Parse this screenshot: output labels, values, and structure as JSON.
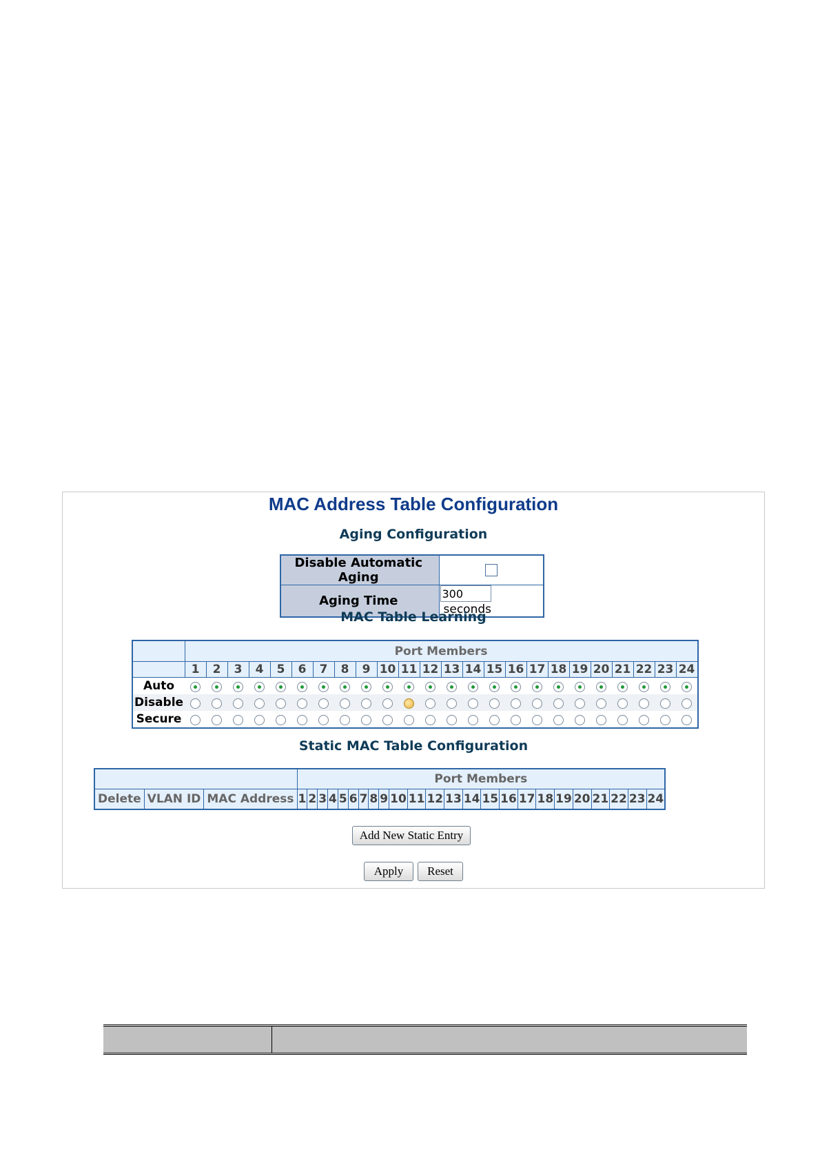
{
  "page": {
    "title": "MAC Address Table Configuration",
    "aging_section": "Aging Configuration",
    "learning_section": "MAC Table Learning",
    "static_section": "Static MAC Table Configuration"
  },
  "aging": {
    "disable_label": "Disable Automatic Aging",
    "disable_checked": false,
    "time_label": "Aging Time",
    "time_value": "300",
    "unit": "seconds"
  },
  "learning": {
    "port_members_label": "Port Members",
    "ports": [
      "1",
      "2",
      "3",
      "4",
      "5",
      "6",
      "7",
      "8",
      "9",
      "10",
      "11",
      "12",
      "13",
      "14",
      "15",
      "16",
      "17",
      "18",
      "19",
      "20",
      "21",
      "22",
      "23",
      "24"
    ],
    "rows": [
      "Auto",
      "Disable",
      "Secure"
    ],
    "selected": "Auto",
    "highlighted_port": "11",
    "highlighted_row": "Disable"
  },
  "static_table": {
    "port_members_label": "Port Members",
    "headers": [
      "Delete",
      "VLAN ID",
      "MAC Address"
    ],
    "ports": [
      "1",
      "2",
      "3",
      "4",
      "5",
      "6",
      "7",
      "8",
      "9",
      "10",
      "11",
      "12",
      "13",
      "14",
      "15",
      "16",
      "17",
      "18",
      "19",
      "20",
      "21",
      "22",
      "23",
      "24"
    ]
  },
  "buttons": {
    "add": "Add New Static Entry",
    "apply": "Apply",
    "reset": "Reset"
  },
  "colors": {
    "title": "#0f3b8a",
    "border": "#2e66a6",
    "header_bg": "#e4f0fb",
    "selected_radio": "#1f9a3a"
  }
}
